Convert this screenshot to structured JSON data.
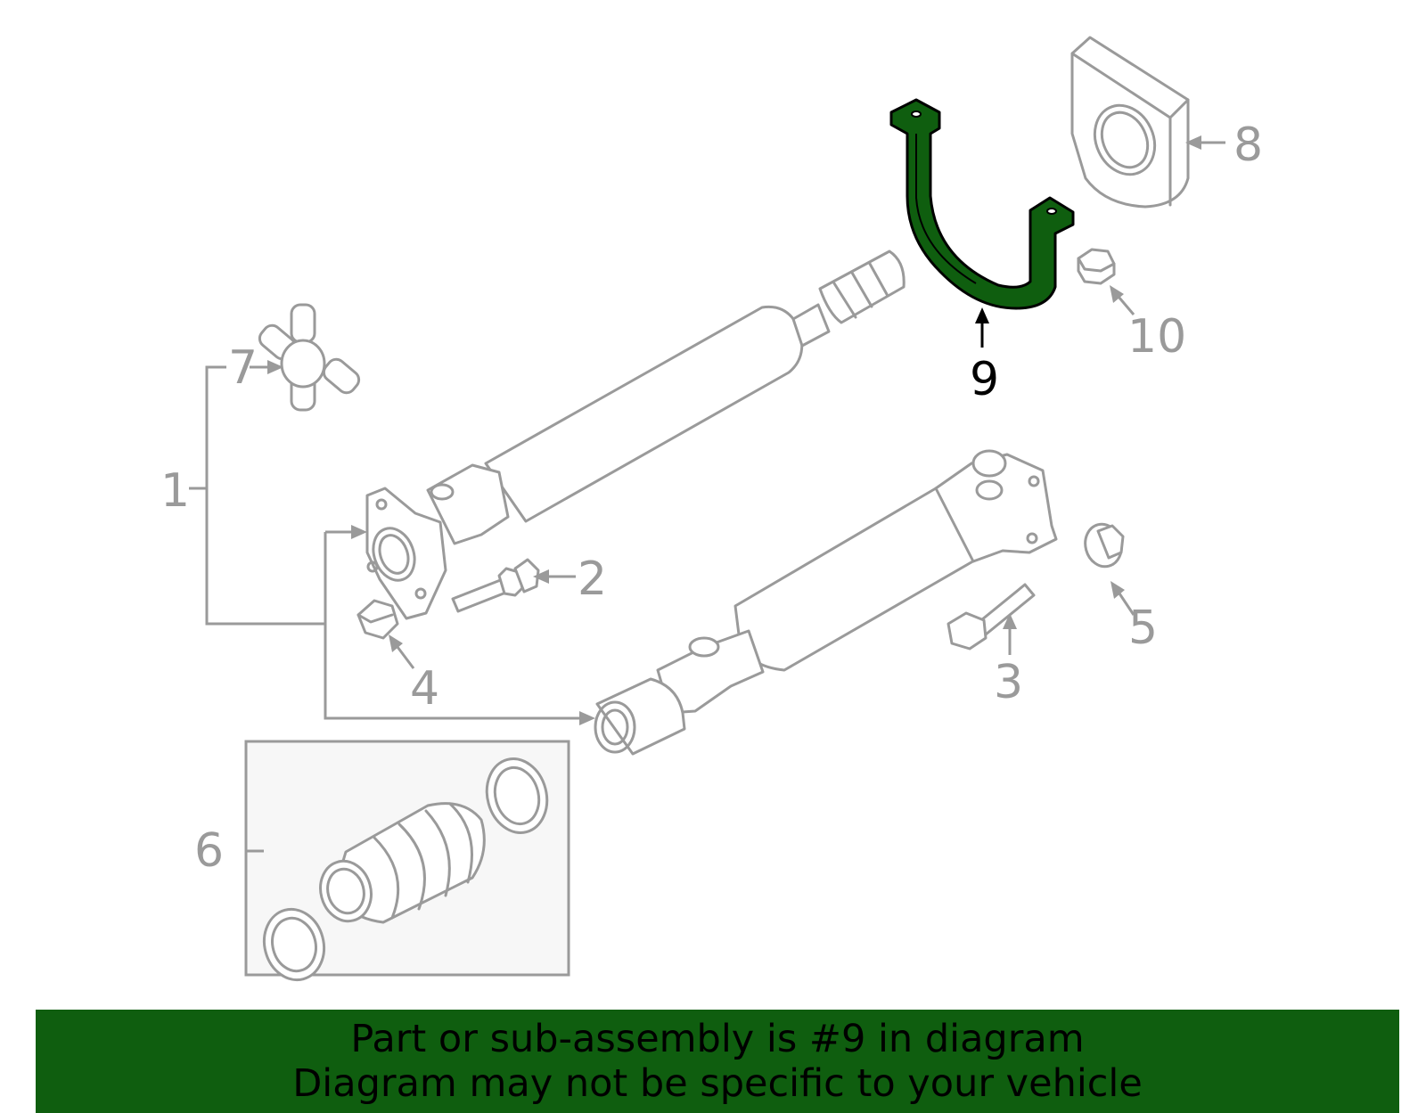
{
  "callouts": {
    "c1": "1",
    "c2": "2",
    "c3": "3",
    "c4": "4",
    "c5": "5",
    "c6": "6",
    "c7": "7",
    "c8": "8",
    "c9": "9",
    "c10": "10"
  },
  "highlighted_part": "9",
  "colors": {
    "highlight": "#0f5e0f",
    "part_stroke": "#9a9a9a",
    "banner_bg": "#0f5e0f"
  },
  "banner": {
    "line1": "Part or sub-assembly is #9 in diagram",
    "line2": "Diagram may not be specific to your vehicle"
  }
}
